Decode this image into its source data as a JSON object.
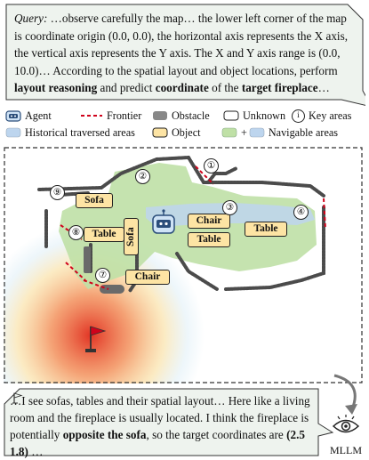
{
  "query": {
    "label": "Query:",
    "part1": " …observe carefully the map… the lower left corner of the map is coordinate origin (0.0, 0.0), the horizontal axis represents the X axis, the vertical axis represents the Y axis. The X and Y axis range is (0.0, 10.0)… According to the spatial layout and object locations, perform ",
    "bold1": "layout reasoning",
    "part2": " and predict ",
    "bold2": "coordinate",
    "part3": " of the ",
    "bold3": "target fireplace",
    "part4": "…"
  },
  "legend": {
    "agent": "Agent",
    "frontier": "Frontier",
    "obstacle": "Obstacle",
    "unknown": "Unknown",
    "key_areas": "Key areas",
    "historical": "Historical traversed areas",
    "object": "Object",
    "navigable": "Navigable areas",
    "key_glyph": "i",
    "plus": "+"
  },
  "map": {
    "objects": [
      "Sofa",
      "Table",
      "Sofa",
      "Chair",
      "Table",
      "Table",
      "Chair"
    ],
    "key_areas": [
      "①",
      "②",
      "③",
      "④",
      "⑦",
      "⑧",
      "⑨"
    ]
  },
  "answer": {
    "part1": "…I see sofas, tables and their spatial layout… Here like a living room and the fireplace is usually located. I think the fireplace is potentially ",
    "bold1": "opposite the sofa",
    "part2": ", so the target coordinates are ",
    "bold2": "(2.5 1.8)",
    "part3": " …"
  },
  "mllm_label": "MLLM",
  "colors": {
    "bubble_bg": "#eef3ee",
    "object_fill": "#fde4a4",
    "navigable_green": "#bfe0a6",
    "historical_blue": "#bdd5ee",
    "obstacle_gray": "#4b4b4b",
    "frontier_red": "#d0021b",
    "heat_red": "#e03020"
  }
}
